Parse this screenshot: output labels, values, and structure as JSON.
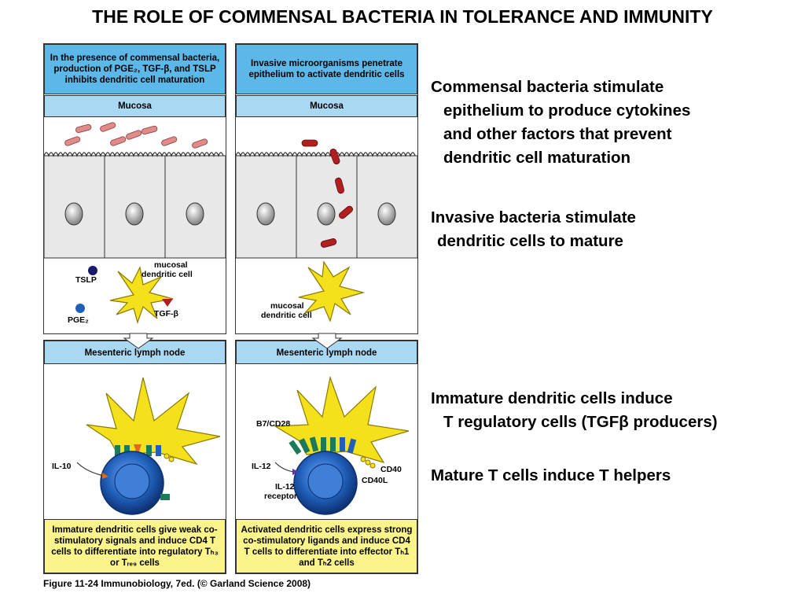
{
  "title": "THE ROLE OF COMMENSAL BACTERIA IN TOLERANCE AND IMMUNITY",
  "left_panel": {
    "header": "In the presence of commensal bacteria, production of PGE₂, TGF-β, and TSLP inhibits dendritic cell maturation",
    "mucosa_label": "Mucosa",
    "labels": {
      "mucosal_dendritic_cell": "mucosal dendritic cell",
      "tslp": "TSLP",
      "pge2": "PGE₂",
      "tgf_beta": "TGF-β",
      "il10": "IL-10"
    },
    "lymph_label": "Mesenteric lymph node",
    "caption": "Immature dendritic cells give weak co-stimulatory signals and induce CD4 T cells to differentiate into regulatory Tₕ₃ or Tᵣₑ₉ cells"
  },
  "right_panel": {
    "header": "Invasive microorganisms penetrate epithelium to activate dendritic cells",
    "mucosa_label": "Mucosa",
    "labels": {
      "mucosal_dendritic_cell": "mucosal dendritic cell",
      "b7_cd28": "B7/CD28",
      "il12": "IL-12",
      "il12_receptor": "IL-12 receptor",
      "cd40": "CD40",
      "cd40l": "CD40L"
    },
    "lymph_label": "Mesenteric lymph node",
    "caption": "Activated dendritic cells express strong co-stimulatory ligands and induce CD4 T cells to differentiate into effector Tₕ1 and Tₕ2 cells"
  },
  "side_text": [
    [
      "Commensal bacteria stimulate",
      "epithelium to produce cytokines",
      "and other factors that prevent",
      "dendritic cell maturation"
    ],
    [
      "Invasive bacteria stimulate",
      "dendritic cells to mature"
    ],
    [
      "Immature dendritic cells induce",
      "T regulatory cells (TGFβ producers)"
    ],
    [
      "Mature T cells induce T helpers"
    ]
  ],
  "footer": "Figure 11-24 Immunobiology, 7ed. (© Garland Science 2008)",
  "colors": {
    "header_blue": "#5bb8e8",
    "mucosa_blue": "#a9d8f3",
    "caption_yellow": "#fbf48a",
    "dendritic_yellow": "#f4e11c",
    "commensal_pink": "#e08a8a",
    "invasive_red": "#b21f1f",
    "tcell_blue": "#1f5fb8"
  }
}
